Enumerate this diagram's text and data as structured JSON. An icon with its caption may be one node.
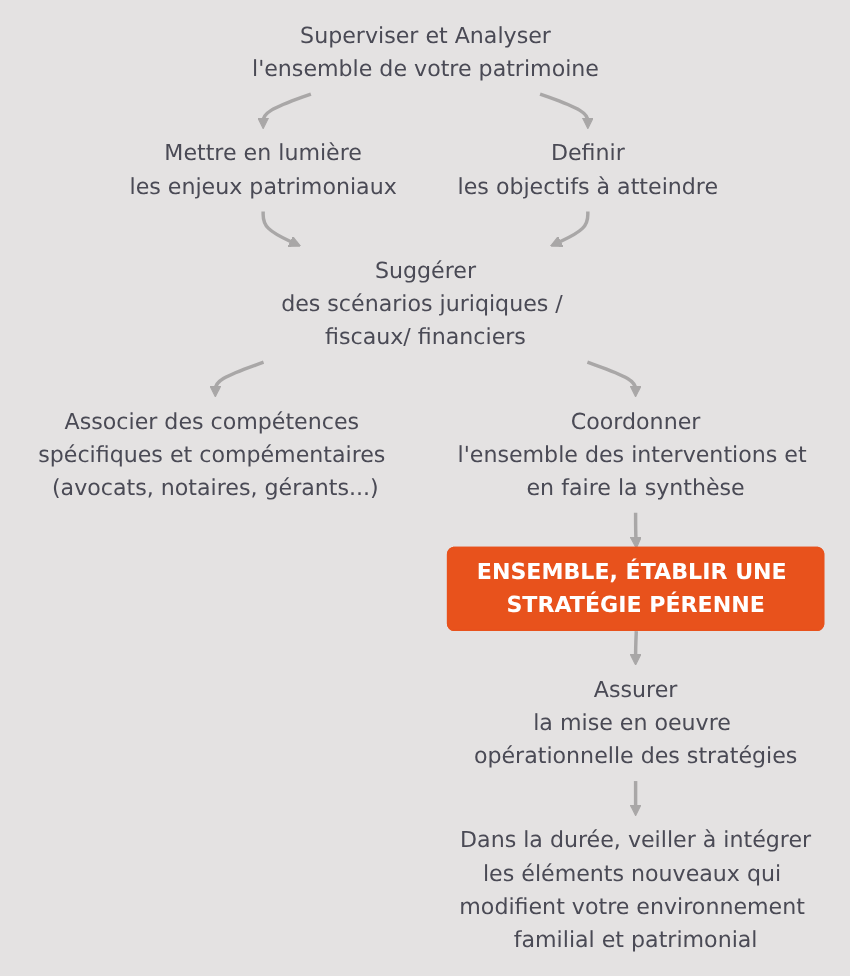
{
  "diagram": {
    "nodes": [
      {
        "text": [
          "Superviser et Analyser",
          "l'ensemble de votre patrimoine"
        ]
      },
      {
        "text": [
          "Mettre en lumière",
          "les enjeux patrimoniaux"
        ]
      },
      {
        "text": [
          "Definir",
          "les objectifs à atteindre"
        ]
      },
      {
        "text": [
          "Suggérer",
          "des scénarios juriqiques / fiscaux/ financiers"
        ]
      },
      {
        "text": [
          "Associer des compétences spécifiques et compémentaires (avocats, notaires, gérants...)"
        ]
      },
      {
        "text": [
          "Coordonner",
          "l'ensemble des interventions et en faire la synthèse"
        ]
      },
      {
        "text": [
          "ENSEMBLE, ÉTABLIR UNE STRATÉGIE PÉRENNE"
        ]
      },
      {
        "text": [
          "Assurer",
          "la mise en oeuvre opérationnelle des stratégies"
        ]
      },
      {
        "text": [
          "Dans la durée, veiller à intégrer",
          "les éléments nouveaux qui modifient votre environnement familial et patrimonial"
        ]
      }
    ],
    "edges": [
      {
        "from": 0,
        "to": 1,
        "arrow": "to"
      },
      {
        "from": 0,
        "to": 2,
        "arrow": "to"
      },
      {
        "from": 1,
        "to": 3,
        "arrow": "to"
      },
      {
        "from": 2,
        "to": 3,
        "arrow": "to"
      },
      {
        "from": 3,
        "to": 4,
        "arrow": "to"
      },
      {
        "from": 3,
        "to": 5,
        "arrow": "to"
      },
      {
        "from": 5,
        "to": 6,
        "arrow": "to"
      },
      {
        "from": 6,
        "to": 7,
        "arrow": "to"
      },
      {
        "from": 7,
        "to": 8,
        "arrow": "to"
      }
    ]
  }
}
